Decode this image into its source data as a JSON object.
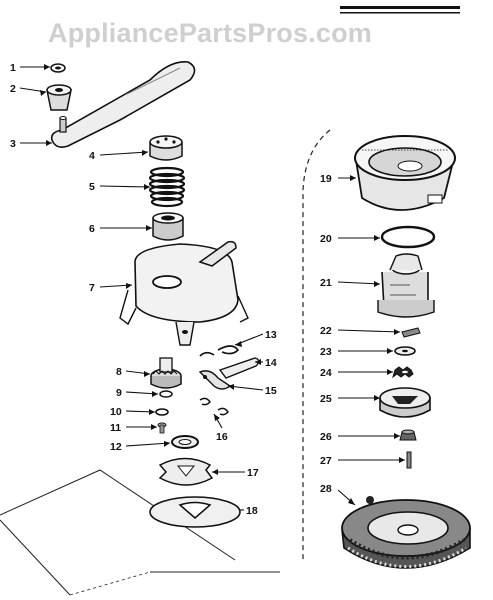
{
  "watermark": "AppliancePartsPros.com",
  "callouts": [
    {
      "id": "1",
      "label": "1"
    },
    {
      "id": "2",
      "label": "2"
    },
    {
      "id": "3",
      "label": "3"
    },
    {
      "id": "4",
      "label": "4"
    },
    {
      "id": "5",
      "label": "5"
    },
    {
      "id": "6",
      "label": "6"
    },
    {
      "id": "7",
      "label": "7"
    },
    {
      "id": "8",
      "label": "8"
    },
    {
      "id": "9",
      "label": "9"
    },
    {
      "id": "10",
      "label": "10"
    },
    {
      "id": "11",
      "label": "11"
    },
    {
      "id": "12",
      "label": "12"
    },
    {
      "id": "13",
      "label": "13"
    },
    {
      "id": "14",
      "label": "14"
    },
    {
      "id": "15",
      "label": "15"
    },
    {
      "id": "16",
      "label": "16"
    },
    {
      "id": "17",
      "label": "17"
    },
    {
      "id": "18",
      "label": "18"
    },
    {
      "id": "19",
      "label": "19"
    },
    {
      "id": "20",
      "label": "20"
    },
    {
      "id": "21",
      "label": "21"
    },
    {
      "id": "22",
      "label": "22"
    },
    {
      "id": "23",
      "label": "23"
    },
    {
      "id": "24",
      "label": "24"
    },
    {
      "id": "25",
      "label": "25"
    },
    {
      "id": "26",
      "label": "26"
    },
    {
      "id": "27",
      "label": "27"
    },
    {
      "id": "28",
      "label": "28"
    }
  ]
}
